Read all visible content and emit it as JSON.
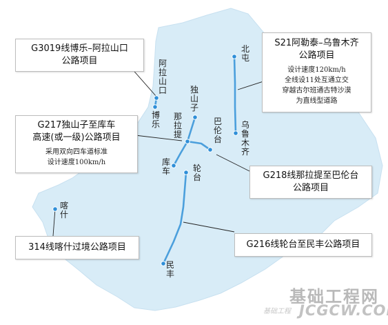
{
  "colors": {
    "land": "#d8ecf7",
    "route": "#4b9fdc",
    "dot": "#2f8fd8",
    "leader": "#222222"
  },
  "projects": {
    "g3019": {
      "title": "G3019线博乐–阿拉山口\n公路项目"
    },
    "s21": {
      "title": "S21阿勒泰–乌鲁木齐\n公路项目",
      "desc": "设计速度120km/h\n全线设11处互通立交\n穿越古尔班通古特沙漠\n为直线型道路"
    },
    "g217": {
      "title": "G217独山子至库车\n高速(或一级)公路项目",
      "desc": "采用双向四车道标准\n设计速度100km/h"
    },
    "g218": {
      "title": "G218线那拉提至巴伦台\n公路项目"
    },
    "l314": {
      "title": "314线喀什过境公路项目"
    },
    "g216": {
      "title": "G216线轮台至民丰公路项目"
    }
  },
  "places": {
    "alashankou": "阿拉山口",
    "bole": "博乐",
    "dushanzi": "独山子",
    "nalati": "那拉提",
    "kuche": "库车",
    "luntai": "轮台",
    "baluntai": "巴伦台",
    "beitun": "北屯",
    "urumqi": "乌鲁木齐",
    "kashi": "喀什",
    "minfeng": "民丰"
  },
  "watermark": {
    "main": "基础工程网",
    "url": "JCGCW.COM",
    "small": "基础工程"
  }
}
